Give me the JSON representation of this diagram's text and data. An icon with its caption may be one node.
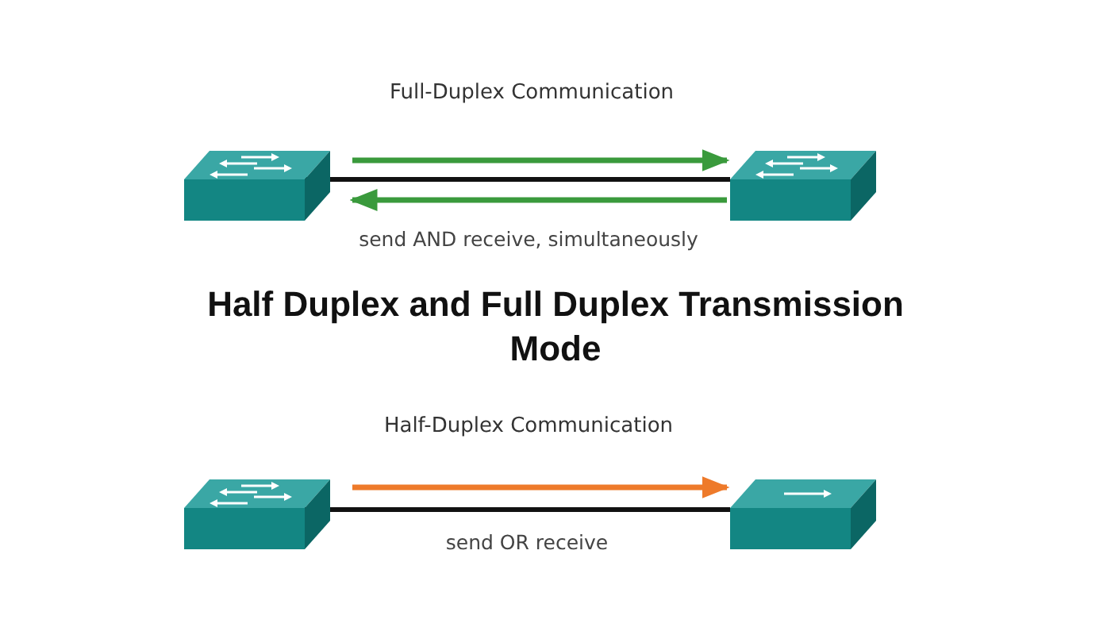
{
  "diagram": {
    "title": "Half Duplex and Full Duplex Transmission Mode",
    "nodes": [
      {
        "text": [],
        "shape": "picture"
      },
      {
        "text": [],
        "shape": "picture"
      },
      {
        "text": [],
        "shape": "picture"
      },
      {
        "text": [],
        "shape": "picture"
      }
    ],
    "edges": [
      {
        "from": 0,
        "to": 1,
        "arrow": "to",
        "color": "#3a9a3c"
      },
      {
        "from": 0,
        "to": 1,
        "arrow": "none",
        "color": "#111111"
      },
      {
        "from": 1,
        "to": 0,
        "arrow": "to",
        "color": "#3a9a3c"
      },
      {
        "from": 2,
        "to": 3,
        "arrow": "to",
        "color": "#ee7a2a"
      },
      {
        "from": 2,
        "to": 3,
        "arrow": "none",
        "color": "#111111"
      }
    ],
    "labels": [
      "Full-Duplex Communication",
      "send AND receive, simultaneously",
      "Half-Duplex Communication",
      "send OR receive"
    ]
  }
}
